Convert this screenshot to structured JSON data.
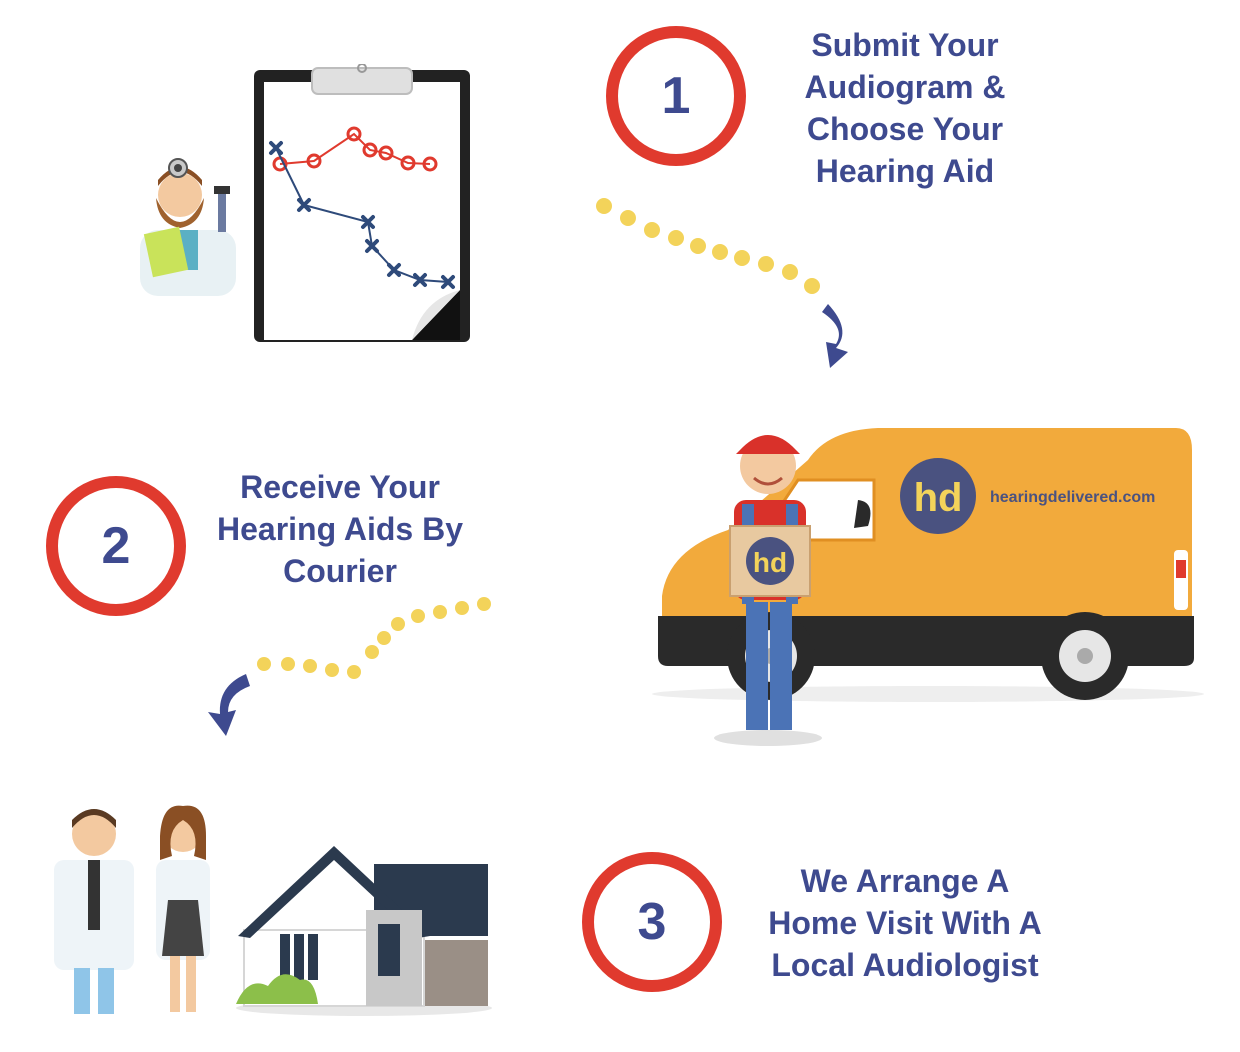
{
  "steps": [
    {
      "number": "1",
      "lines": [
        "Submit Your",
        "Audiogram &",
        "Choose Your",
        "Hearing Aid"
      ]
    },
    {
      "number": "2",
      "lines": [
        "Receive Your",
        "Hearing Aids By",
        "Courier"
      ]
    },
    {
      "number": "3",
      "lines": [
        "We Arrange A",
        "Home Visit With A",
        "Local Audiologist"
      ]
    }
  ],
  "van": {
    "logo_text": "hd",
    "website": "hearingdelivered.com",
    "box_logo": "hd"
  },
  "colors": {
    "circle_red": "#e03a2e",
    "text_navy": "#3e4a8f",
    "dots_yellow": "#f3d35a",
    "arrow_blue": "#3e4a8f",
    "van_orange": "#f2aa3c"
  },
  "icons": [
    "doctor-clipboard-icon",
    "audiogram-clipboard-icon",
    "delivery-van-icon",
    "courier-icon",
    "doctors-icon",
    "house-icon"
  ]
}
